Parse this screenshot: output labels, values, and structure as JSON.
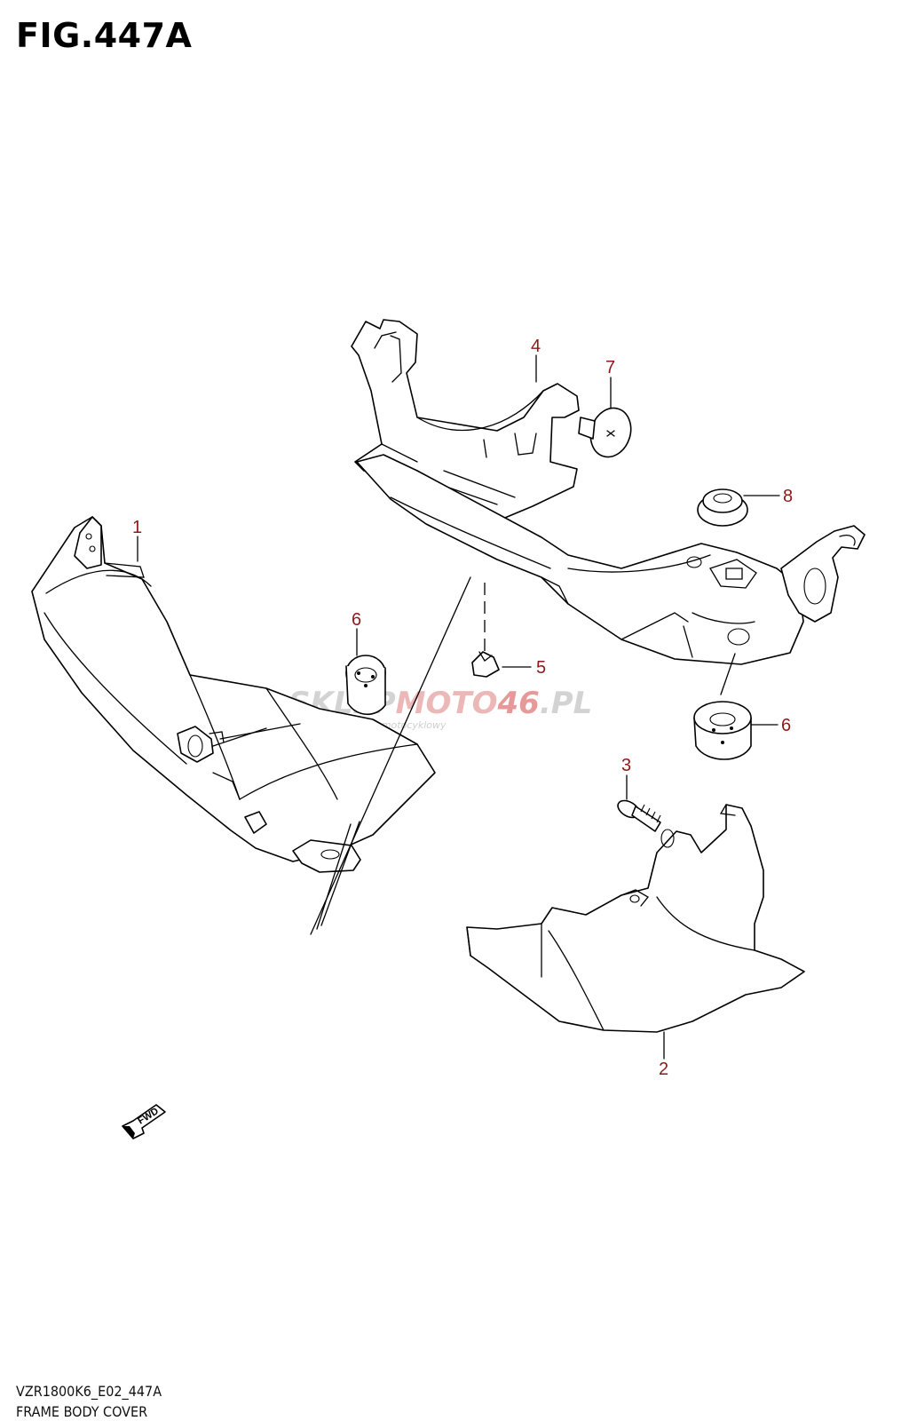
{
  "figure": {
    "title": "FIG.447A",
    "diagram_code": "VZR1800K6_E02_447A",
    "diagram_name": "FRAME BODY COVER"
  },
  "callouts": [
    {
      "id": "1",
      "label": "1"
    },
    {
      "id": "2",
      "label": "2"
    },
    {
      "id": "3",
      "label": "3"
    },
    {
      "id": "4",
      "label": "4"
    },
    {
      "id": "5",
      "label": "5"
    },
    {
      "id": "6a",
      "label": "6"
    },
    {
      "id": "6b",
      "label": "6"
    },
    {
      "id": "7",
      "label": "7"
    },
    {
      "id": "8",
      "label": "8"
    }
  ],
  "watermark": {
    "brand_a": "SKLEP",
    "brand_b": "MOTO",
    "brand_c": "46",
    "brand_d": ".PL",
    "tagline": "internetowy sklep motocyklowy"
  },
  "fwd_marker": "FWD",
  "colors": {
    "callout": "#8b1a1a",
    "line": "#000000",
    "watermark_grey": "#c9c9c9",
    "watermark_red": "#e9a3a3"
  }
}
